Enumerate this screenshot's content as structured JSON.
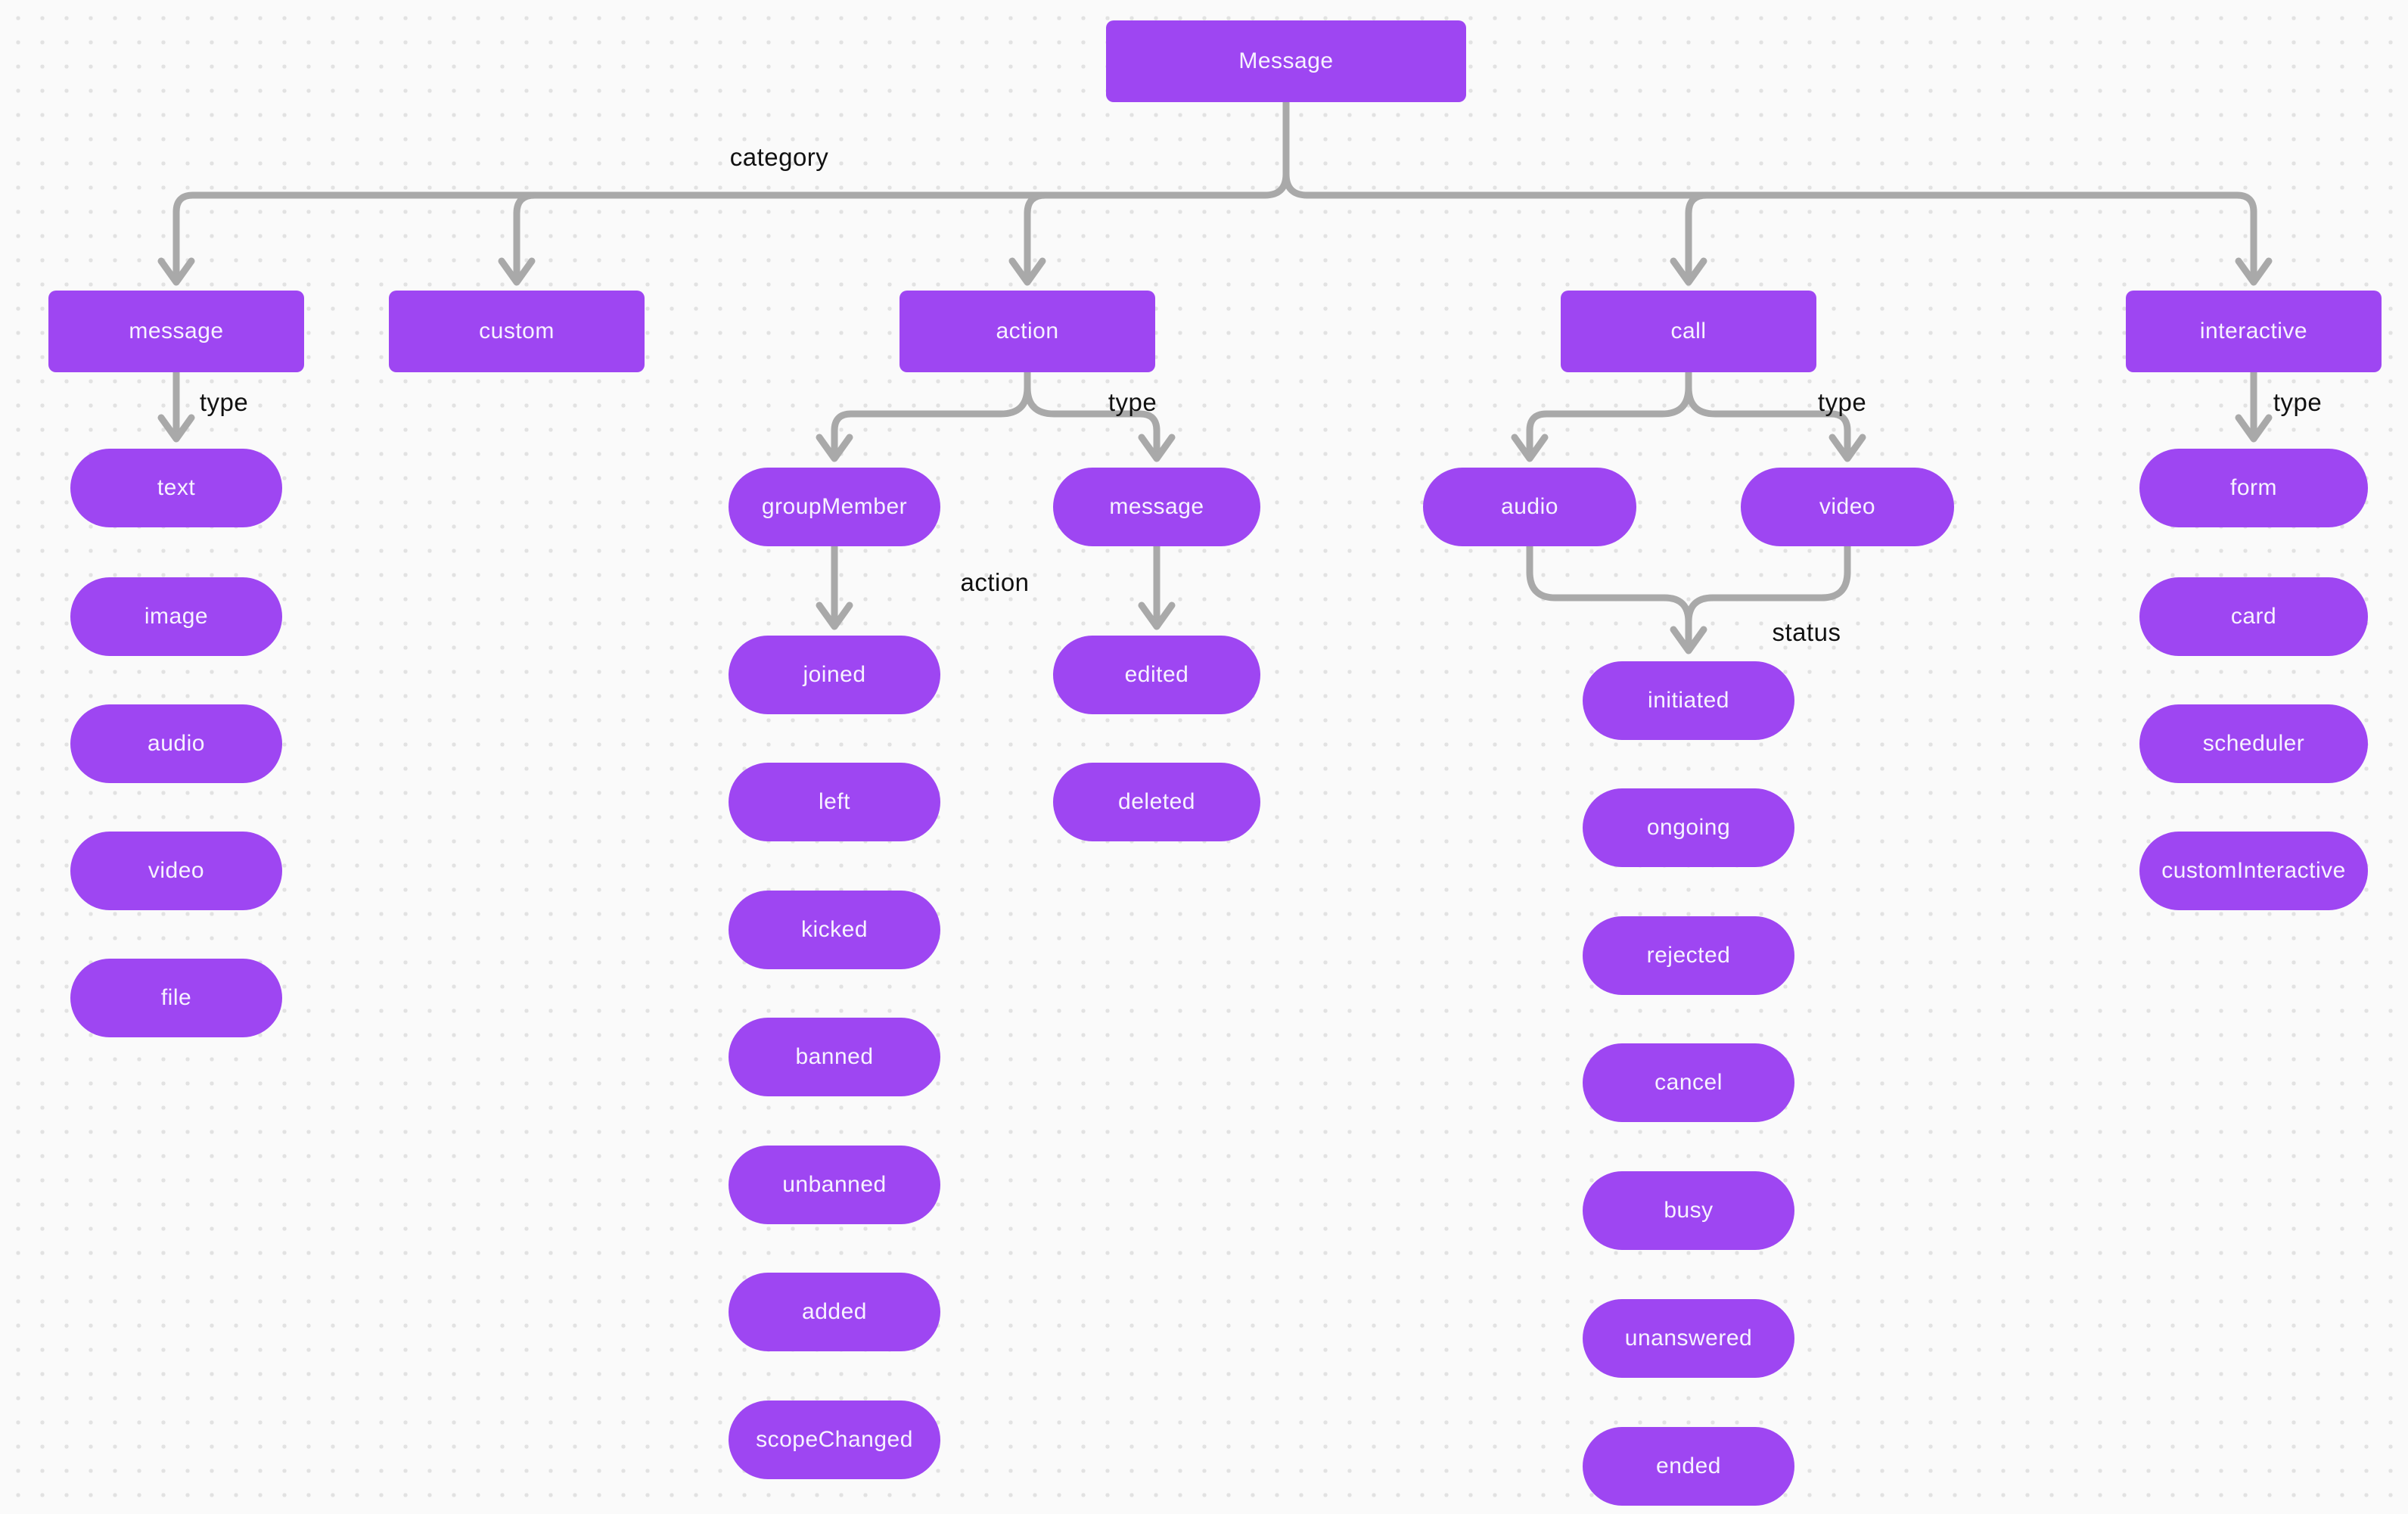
{
  "diagram": {
    "title_hint": "Message structure hierarchy flowchart",
    "colors": {
      "node_fill": "#9e46f2",
      "node_text": "#f7f2ff",
      "edge": "#a9a9a9",
      "edge_label": "#111111",
      "background": "#fafafa",
      "dot": "#e2e2e2"
    },
    "nodes": [
      {
        "id": "root",
        "label": "Message",
        "shape": "rect"
      },
      {
        "id": "cat-message",
        "label": "message",
        "shape": "rect"
      },
      {
        "id": "cat-custom",
        "label": "custom",
        "shape": "rect"
      },
      {
        "id": "cat-action",
        "label": "action",
        "shape": "rect"
      },
      {
        "id": "cat-call",
        "label": "call",
        "shape": "rect"
      },
      {
        "id": "cat-interactive",
        "label": "interactive",
        "shape": "rect"
      },
      {
        "id": "msg-text",
        "label": "text",
        "shape": "pill"
      },
      {
        "id": "msg-image",
        "label": "image",
        "shape": "pill"
      },
      {
        "id": "msg-audio",
        "label": "audio",
        "shape": "pill"
      },
      {
        "id": "msg-video",
        "label": "video",
        "shape": "pill"
      },
      {
        "id": "msg-file",
        "label": "file",
        "shape": "pill"
      },
      {
        "id": "action-groupMember",
        "label": "groupMember",
        "shape": "pill"
      },
      {
        "id": "gm-joined",
        "label": "joined",
        "shape": "pill"
      },
      {
        "id": "gm-left",
        "label": "left",
        "shape": "pill"
      },
      {
        "id": "gm-kicked",
        "label": "kicked",
        "shape": "pill"
      },
      {
        "id": "gm-banned",
        "label": "banned",
        "shape": "pill"
      },
      {
        "id": "gm-unbanned",
        "label": "unbanned",
        "shape": "pill"
      },
      {
        "id": "gm-added",
        "label": "added",
        "shape": "pill"
      },
      {
        "id": "gm-scopeChanged",
        "label": "scopeChanged",
        "shape": "pill"
      },
      {
        "id": "action-message",
        "label": "message",
        "shape": "pill"
      },
      {
        "id": "am-edited",
        "label": "edited",
        "shape": "pill"
      },
      {
        "id": "am-deleted",
        "label": "deleted",
        "shape": "pill"
      },
      {
        "id": "call-audio",
        "label": "audio",
        "shape": "pill"
      },
      {
        "id": "call-video",
        "label": "video",
        "shape": "pill"
      },
      {
        "id": "cs-initiated",
        "label": "initiated",
        "shape": "pill"
      },
      {
        "id": "cs-ongoing",
        "label": "ongoing",
        "shape": "pill"
      },
      {
        "id": "cs-rejected",
        "label": "rejected",
        "shape": "pill"
      },
      {
        "id": "cs-cancel",
        "label": "cancel",
        "shape": "pill"
      },
      {
        "id": "cs-busy",
        "label": "busy",
        "shape": "pill"
      },
      {
        "id": "cs-unanswered",
        "label": "unanswered",
        "shape": "pill"
      },
      {
        "id": "cs-ended",
        "label": "ended",
        "shape": "pill"
      },
      {
        "id": "int-form",
        "label": "form",
        "shape": "pill"
      },
      {
        "id": "int-card",
        "label": "card",
        "shape": "pill"
      },
      {
        "id": "int-scheduler",
        "label": "scheduler",
        "shape": "pill"
      },
      {
        "id": "int-customInteractive",
        "label": "customInteractive",
        "shape": "pill"
      }
    ],
    "edge_labels": [
      {
        "id": "category",
        "text": "category"
      },
      {
        "id": "type-message",
        "text": "type"
      },
      {
        "id": "type-action",
        "text": "type"
      },
      {
        "id": "type-call",
        "text": "type"
      },
      {
        "id": "type-interactive",
        "text": "type"
      },
      {
        "id": "action",
        "text": "action"
      },
      {
        "id": "status",
        "text": "status"
      }
    ],
    "edges": [
      {
        "from": "root",
        "to": "cat-message",
        "label": "category"
      },
      {
        "from": "root",
        "to": "cat-custom",
        "label": "category"
      },
      {
        "from": "root",
        "to": "cat-action",
        "label": "category"
      },
      {
        "from": "root",
        "to": "cat-call",
        "label": "category"
      },
      {
        "from": "root",
        "to": "cat-interactive",
        "label": "category"
      },
      {
        "from": "cat-message",
        "to": "msg-text",
        "label": "type"
      },
      {
        "from": "cat-action",
        "to": "action-groupMember",
        "label": "type"
      },
      {
        "from": "cat-action",
        "to": "action-message",
        "label": "type"
      },
      {
        "from": "action-groupMember",
        "to": "gm-joined",
        "label": "action"
      },
      {
        "from": "action-message",
        "to": "am-edited",
        "label": ""
      },
      {
        "from": "cat-call",
        "to": "call-audio",
        "label": "type"
      },
      {
        "from": "cat-call",
        "to": "call-video",
        "label": "type"
      },
      {
        "from": "call-audio",
        "to": "cs-initiated",
        "label": "status"
      },
      {
        "from": "call-video",
        "to": "cs-initiated",
        "label": "status"
      },
      {
        "from": "cat-interactive",
        "to": "int-form",
        "label": "type"
      }
    ],
    "groups": {
      "message_types": [
        "text",
        "image",
        "audio",
        "video",
        "file"
      ],
      "groupMember_actions": [
        "joined",
        "left",
        "kicked",
        "banned",
        "unbanned",
        "added",
        "scopeChanged"
      ],
      "message_actions": [
        "edited",
        "deleted"
      ],
      "call_types": [
        "audio",
        "video"
      ],
      "call_statuses": [
        "initiated",
        "ongoing",
        "rejected",
        "cancel",
        "busy",
        "unanswered",
        "ended"
      ],
      "interactive_types": [
        "form",
        "card",
        "scheduler",
        "customInteractive"
      ]
    }
  }
}
